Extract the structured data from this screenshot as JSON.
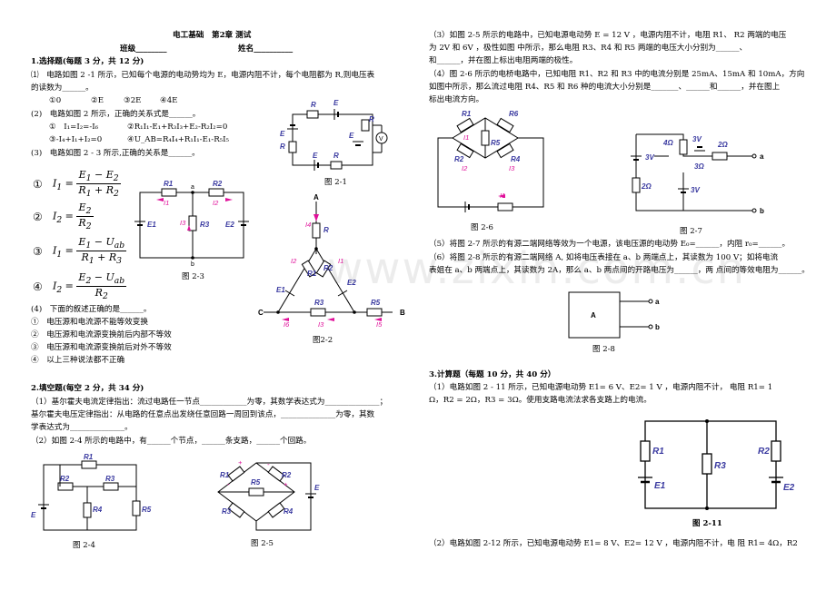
{
  "header": {
    "title": "电工基础　第2章 测试",
    "class_label": "班级________",
    "name_label": "姓名__________"
  },
  "s1": {
    "heading": "1.选择题(每题 3 分，共 12 分)",
    "q1": "⑴　电路如图 2 -1 所示，已知每个电源的电动势均为 E，电源内阻不计，每个电阻都为 R,则电压表",
    "q1b": "的读数为______。",
    "q1opts": [
      "①0",
      "②E",
      "③2E",
      "④4E"
    ],
    "q2": "(2)　电路如图 2 所示，正确的关系式是______。",
    "q2opts": [
      "①　I₁=I₂=-I₆",
      "②R₁I₁-E₁+R₃I₃+E₂-R₂I₂=0",
      "③-I₄+I₁+I₂=0",
      "④U_AB=R₄I₄+R₁I₁-E₁-R₅I₅"
    ],
    "q3": "(3)　电路如图 2 - 3 所示,正确的关系是______。",
    "q4": "(4)　下面的叙述正确的是______。",
    "q4opts": [
      "①　电压源和电流源不能等效变换",
      "②　电压源和电流源变换前后内部不等效",
      "③　电压源和电流源变换前后对外不等效",
      "④　以上三种说法都不正确"
    ],
    "circled": [
      "①",
      "②",
      "③",
      "④"
    ]
  },
  "s2": {
    "heading": "2.填空题(每空 2 分，共 34 分)",
    "p1a": "（1）基尔霍夫电流定律指出：流过电路任一节点____________为零，其数学表达式为______________；",
    "p1b": "基尔霍夫电压定律指出：从电路的任意点出发绕任意回路一周回到该点，______________为零，其数",
    "p1c": "学表达式为______________。",
    "p2": "（2）如图 2-4 所示的电路中，有______个节点，______条支路，______个回路。"
  },
  "right": {
    "r1": "（3）如图 2-5 所示的电路中，已知电源电动势 E = 12 V ，电源内阻不计，电阻 R1、 R2 两端的电压",
    "r2": "为 2V 和 6V ，极性如图  中所示，那么电阻 R3、R4 和 R5 两端的电压大小分别为______、",
    "r3": "和______，并在图上标出电阻两端的极性。",
    "r4": "（4）图 2-6 所示的电桥电路中，已知电阻 R1、R2 和 R3 中的电流分别是 25mA、15mA 和 10mA，方向",
    "r5": "如图中所示，那么流过电阻 R4、R5 和 R6 种的电流大小分别是_______、______和______，并在图上",
    "r6": "标出电流方向。",
    "r7": "（5）将图 2-7 所示的有源二端网络等效为一个电源，该电压源的电动势 E₀=______，内阻 r₀=______。",
    "r8": "（6）将图 2-8 所示的有源二端网络 A, 如将电压表接在 a、b 两端点上，其读数为 100 V；如将电流",
    "r9": "表姐在 a、b 两端点上，其读数为 2A，那么 a、b 两点间的开路电压为______，两 点间的等效电阻为______。",
    "s3heading": "3.计算题（每题 10 分，共 40 分）",
    "c1a": "（1）电路如图 2 - 11 所示，已知电源电动势 E1= 6 V、E2= 1 V ，电源内阻不计，  电阻 R1= 1",
    "c1b": "Ω，R2 = 2Ω，R3 = 3Ω。使用支路电流法求各支路上的电流。",
    "c2": "（2）电路如图 2-12 所示，已知电源电动势 E1= 8 V、E2= 12 V ，电源内阻不计，电  阻 R1= 4Ω，R2"
  },
  "captions": {
    "f1": "图 2-1",
    "f2": "图2-2",
    "f3": "图  2-3",
    "f4": "图  2-4",
    "f5": "图  2-5",
    "f6": "图  2-6",
    "f7": "图  2-7",
    "f8": "图  2-8",
    "f11": "图  2-11"
  },
  "labels": {
    "R": "R",
    "E": "E",
    "V": "V",
    "A": "A",
    "B": "B",
    "C": "C",
    "a": "a",
    "b": "b",
    "R1": "R1",
    "R2": "R2",
    "R3": "R3",
    "R4": "R4",
    "R5": "R5",
    "R6": "R6",
    "E1": "E1",
    "E2": "E2",
    "I1": "I1",
    "I2": "I2",
    "I3": "I3",
    "I4": "I4",
    "I5": "I5",
    "I6": "I6",
    "v3a": "3V",
    "v3b": "3V",
    "v3c": "3V",
    "r4": "4Ω",
    "r3": "3Ω",
    "r2a": "2Ω",
    "r2b": "2Ω",
    "boxA": "A",
    "plus": "+",
    "minus": "-"
  },
  "watermark": "www.zixin.com.cn",
  "colors": {
    "label": "#3a3aa0",
    "current": "#e0109a"
  }
}
